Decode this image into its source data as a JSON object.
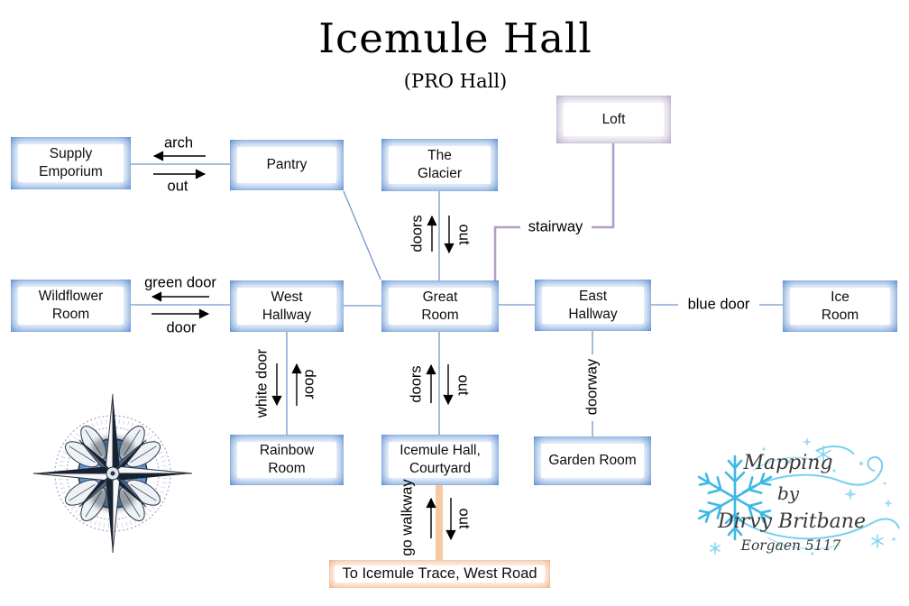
{
  "title": {
    "main": "Icemule Hall",
    "sub": "(PRO Hall)"
  },
  "rooms": {
    "supply_emporium": {
      "label": "Supply Emporium"
    },
    "pantry": {
      "label": "Pantry"
    },
    "glacier": {
      "label": "The Glacier"
    },
    "loft": {
      "label": "Loft"
    },
    "wildflower": {
      "label": "Wildflower Room"
    },
    "west_hallway": {
      "label": "West Hallway"
    },
    "great_room": {
      "label": "Great Room"
    },
    "east_hallway": {
      "label": "East Hallway"
    },
    "ice_room": {
      "label": "Ice Room"
    },
    "rainbow": {
      "label": "Rainbow Room"
    },
    "courtyard": {
      "label": "Icemule Hall, Courtyard"
    },
    "garden": {
      "label": "Garden Room"
    },
    "road": {
      "label": "To Icemule Trace, West Road"
    }
  },
  "edges": {
    "arch": "arch",
    "arch_out": "out",
    "green_door": "green door",
    "green_door_back": "door",
    "glacier_doors": "doors",
    "glacier_out": "out",
    "white_door": "white door",
    "white_door_back": "door",
    "courtyard_doors": "doors",
    "courtyard_out": "out",
    "walkway_go": "go walkway",
    "walkway_out": "out",
    "blue_door": "blue door",
    "doorway": "doorway",
    "stairway": "stairway"
  },
  "signature": {
    "line1": "Mapping",
    "line2": "by",
    "line3": "Dirvy Britbane",
    "line4": "Eorgaen 5117"
  },
  "colors": {
    "room_fill": "#4e86d0",
    "loft_fill": "#b6a8c8",
    "exit_fill": "#f2b186",
    "connector_blue": "#7396cc",
    "connector_purple": "#b29fc4",
    "connector_walkway": "#f6c9a2",
    "arrow": "#000000"
  }
}
